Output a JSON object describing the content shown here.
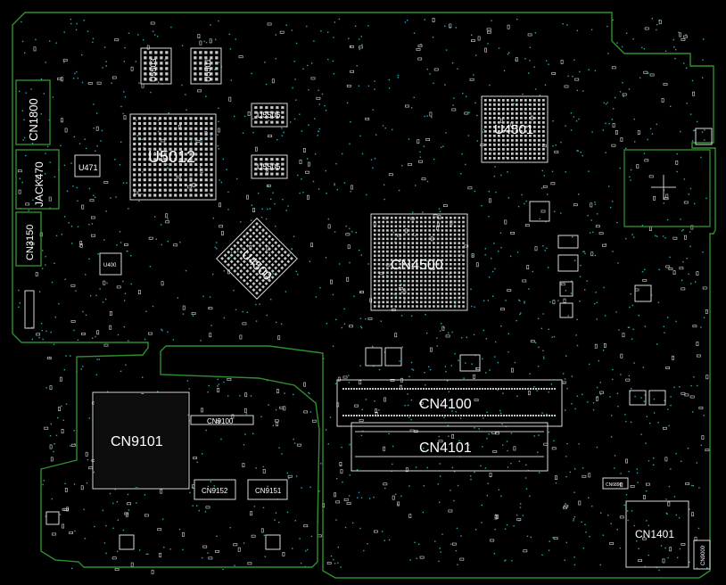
{
  "title": "",
  "colors": {
    "background": "#000000",
    "board_outline": "#2f8f2f",
    "silkscreen": "#d8d8d8",
    "pads": "#c8c8c8",
    "vias": "#2aa7b5",
    "label": "#ffffff"
  },
  "labels": {
    "u5012": "U5012",
    "u5503": "U5503",
    "u5501": "U5501",
    "u5506": "U5506",
    "u5505": "U5505",
    "u4501": "U4501",
    "u4500": "U4500",
    "cn4500": "CN4500",
    "cn4100": "CN4100",
    "cn4101": "CN4101",
    "cn9101": "CN9101",
    "cn9100": "CN9100",
    "cn9152": "CN9152",
    "cn9151": "CN9151",
    "cn1800": "CN1800",
    "jack470": "JACK470",
    "cn3150": "CN3150",
    "u471": "U471",
    "u400": "U400",
    "cn1401": "CN1401",
    "cn9000": "CN9000",
    "cn6890": "CN6890"
  }
}
